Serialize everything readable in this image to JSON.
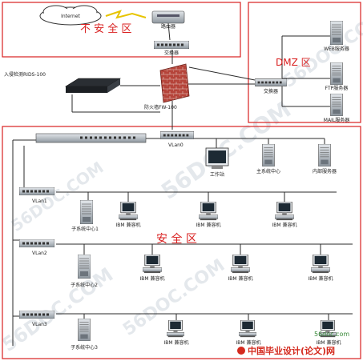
{
  "zones": {
    "unsafe": "不 安 全 区",
    "dmz": "DMZ 区",
    "safe": "安 全 区"
  },
  "labels": {
    "internet": "Internet",
    "router": "路由器",
    "switch_top": "交换器",
    "ids": "入侵检测RIDS-100",
    "firewall": "防火墙FW-100",
    "dmz_switch": "交换器",
    "web_server": "WEB服务器",
    "ftp_server": "FTP服务器",
    "mail_server": "MAIL服务器",
    "vlan0": "VLan0",
    "workstation": "工作站",
    "main_center": "主系统中心",
    "internal_server": "内部服务器",
    "vlan1": "VLan1",
    "vlan2": "VLan2",
    "vlan3": "VLan3",
    "sub_center_1": "子系统中心1",
    "sub_center_2": "子系统中心2",
    "sub_center_3": "子系统中心3",
    "pc": "IBM 兼容机"
  },
  "watermarks": {
    "a": "56DOC.COM",
    "b": "56doc.com",
    "brand": "中国毕业设计(论文)网"
  },
  "colors": {
    "zone_border": "#d92020",
    "zone_text": "#d92020",
    "line": "#2a2a2a",
    "firewall": "#b5443a",
    "device": "#9aa2aa",
    "brand": "#d42a1e"
  }
}
